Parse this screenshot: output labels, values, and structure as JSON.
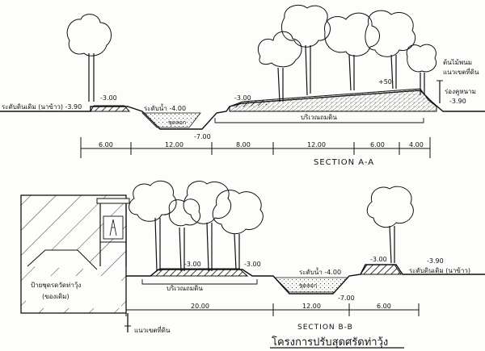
{
  "section_a": {
    "title": "SECTION A-A",
    "label_existing_ground": "ระดับดินเดิม (นาข้าว) -3.90",
    "level_left_bank": "-3.00",
    "label_water_level": "ระดับน้ำ -4.00",
    "label_pond": "ขุดลอก",
    "level_pond_bottom": "-7.00",
    "level_right_start": "-3.00",
    "label_fill_area": "บริเวณถมดิน",
    "level_mound_top": "+50",
    "label_tree": "ต้นไม้พนม",
    "label_fence": "แนวเขตที่ดิน",
    "label_ditch": "ร่องคูหนาม",
    "level_right_ground": "-3.90",
    "dimensions": [
      "6.00",
      "12.00",
      "8.00",
      "12.00",
      "6.00",
      "4.00"
    ]
  },
  "section_b": {
    "title": "SECTION B-B",
    "label_building": "ป้ายชุดรดวัดท่าวุ้ง",
    "label_building_sub": "(ของเดิม)",
    "level_bank_left": "-3.00",
    "level_bank_mid": "-3.00",
    "label_fill_area": "บริเวณถมดิน",
    "label_water_level": "ระดับน้ำ -4.00",
    "label_pond": "ขุดลอก",
    "level_pond_bottom": "-7.00",
    "level_bank_right": "-3.00",
    "level_right_ground": "-3.90",
    "label_existing_ground": "ระดับดินเดิม (นาข้าว)",
    "dimensions": [
      "20.00",
      "12.00",
      "6.00"
    ],
    "label_property_line": "แนวเขตที่ดิน"
  },
  "project_title": "โครงการปรับสุดศรัดท่าวุ้ง"
}
